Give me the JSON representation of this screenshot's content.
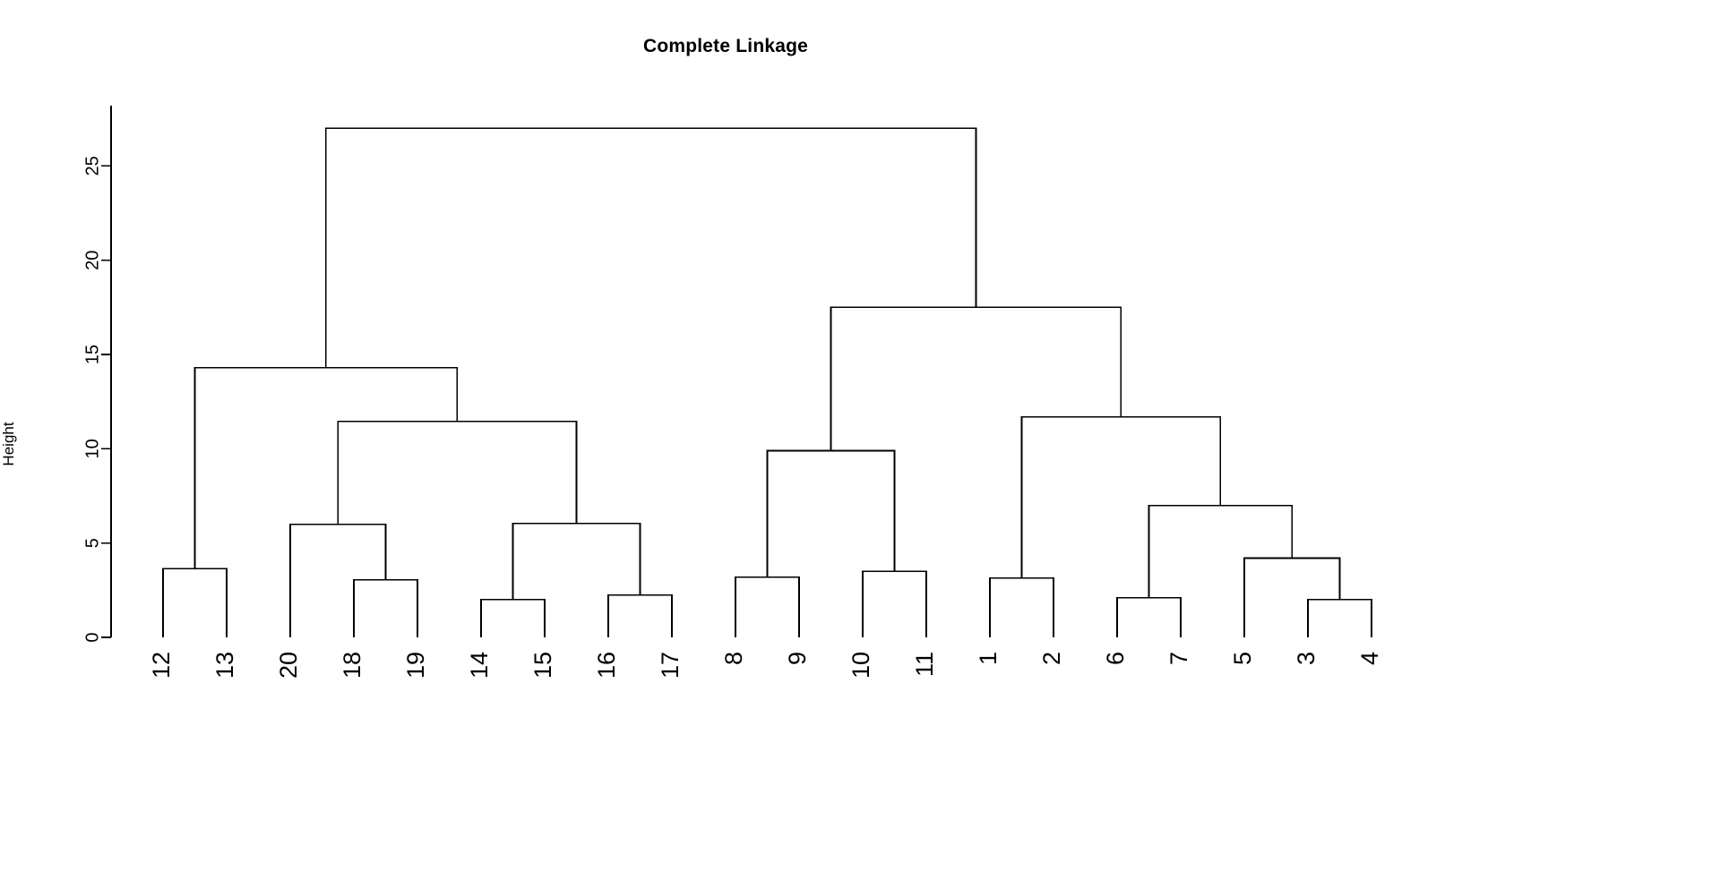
{
  "chart_data": {
    "type": "dendrogram",
    "title": "Complete Linkage",
    "xlabel": "",
    "ylabel": "Height",
    "ylim": [
      0,
      28.2
    ],
    "y_ticks": [
      0,
      5,
      10,
      15,
      20,
      25
    ],
    "y_tick_labels": [
      "0",
      "5",
      "10",
      "15",
      "20",
      "25"
    ],
    "grid": false,
    "legend": null,
    "leaf_order": [
      "12",
      "13",
      "20",
      "18",
      "19",
      "14",
      "15",
      "16",
      "17",
      "8",
      "9",
      "10",
      "11",
      "1",
      "2",
      "6",
      "7",
      "5",
      "3",
      "4"
    ],
    "n_leaves": 20,
    "axis_top_height": 28.2,
    "merges": [
      {
        "id": "m1",
        "label": "12-13",
        "height": 3.65,
        "left": "12",
        "right": "13"
      },
      {
        "id": "m2",
        "label": "18-19",
        "height": 3.05,
        "left": "18",
        "right": "19"
      },
      {
        "id": "m3",
        "label": "20-(18,19)",
        "height": 6.0,
        "left": "20",
        "right": "m2"
      },
      {
        "id": "m4",
        "label": "14-15",
        "height": 2.0,
        "left": "14",
        "right": "15"
      },
      {
        "id": "m5",
        "label": "16-17",
        "height": 2.25,
        "left": "16",
        "right": "17"
      },
      {
        "id": "m6",
        "label": "(14,15)-(16,17)",
        "height": 6.05,
        "left": "m4",
        "right": "m5"
      },
      {
        "id": "m7",
        "label": "(20,18,19)-(14..17)",
        "height": 11.45,
        "left": "m3",
        "right": "m6"
      },
      {
        "id": "m8",
        "label": "(12,13)-rest-left",
        "height": 14.3,
        "left": "m1",
        "right": "m7"
      },
      {
        "id": "m9",
        "label": "8-9",
        "height": 3.2,
        "left": "8",
        "right": "9"
      },
      {
        "id": "m10",
        "label": "10-11",
        "height": 3.5,
        "left": "10",
        "right": "11"
      },
      {
        "id": "m11",
        "label": "(8,9)-(10,11)",
        "height": 9.9,
        "left": "m9",
        "right": "m10"
      },
      {
        "id": "m12",
        "label": "1-2",
        "height": 3.15,
        "left": "1",
        "right": "2"
      },
      {
        "id": "m13",
        "label": "6-7",
        "height": 2.1,
        "left": "6",
        "right": "7"
      },
      {
        "id": "m14",
        "label": "3-4",
        "height": 2.0,
        "left": "3",
        "right": "4"
      },
      {
        "id": "m15",
        "label": "5-(3,4)",
        "height": 4.2,
        "left": "5",
        "right": "m14"
      },
      {
        "id": "m16",
        "label": "(6,7)-(5,3,4)",
        "height": 7.0,
        "left": "m13",
        "right": "m15"
      },
      {
        "id": "m17",
        "label": "(1,2)-(6,7,5,3,4)",
        "height": 11.7,
        "left": "m12",
        "right": "m16"
      },
      {
        "id": "m18",
        "label": "right-cluster",
        "height": 17.5,
        "left": "m11",
        "right": "m17"
      },
      {
        "id": "m19",
        "label": "root",
        "height": 27.0,
        "left": "m8",
        "right": "m18"
      }
    ],
    "colors": {
      "line": "#000000",
      "text": "#000000",
      "background": "#ffffff"
    }
  },
  "plot": {
    "title": "Complete Linkage",
    "ylabel": "Height"
  }
}
